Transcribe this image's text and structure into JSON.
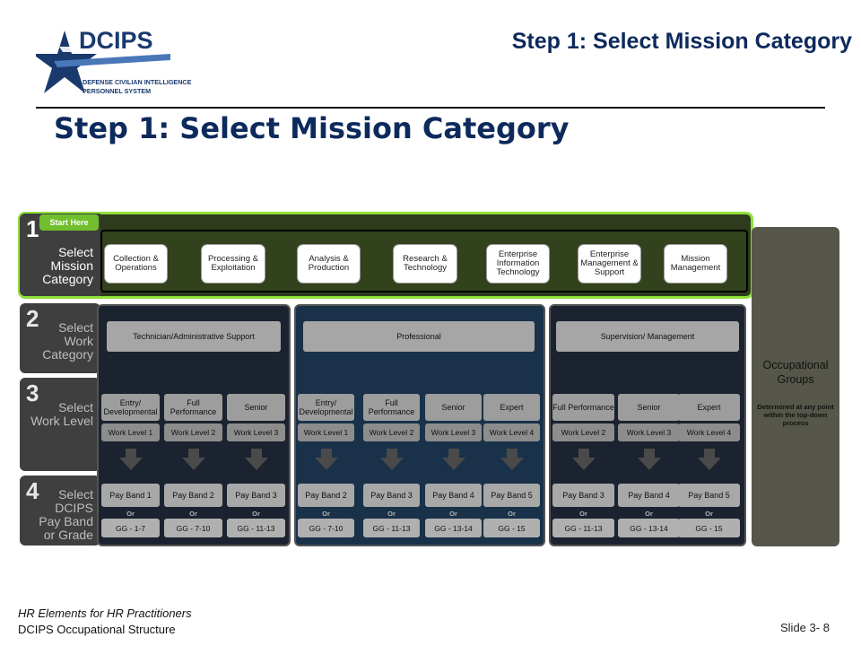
{
  "logo": {
    "name": "DCIPS",
    "line1": "DEFENSE CIVILIAN INTELLIGENCE",
    "line2": "PERSONNEL SYSTEM"
  },
  "header_title": "Step 1: Select Mission Category",
  "slide_title": "Step 1: Select Mission Category",
  "rows": [
    {
      "num": "1",
      "label": "Select Mission Category",
      "badge": "Start Here"
    },
    {
      "num": "2",
      "label": "Select Work Category"
    },
    {
      "num": "3",
      "label": "Select Work Level"
    },
    {
      "num": "4",
      "label": "Select DCIPS Pay Band or Grade"
    }
  ],
  "missions": [
    "Collection & Operations",
    "Processing & Exploitation",
    "Analysis & Production",
    "Research & Technology",
    "Enterprise Information Technology",
    "Enterprise Management & Support",
    "Mission Management"
  ],
  "occupational": {
    "title": "Occupational Groups",
    "note": "Determined at any point within the top-down process"
  },
  "categories": [
    {
      "name": "Technician/Administrative Support",
      "levels": [
        "Entry/ Developmental",
        "Full Performance",
        "Senior"
      ],
      "work_levels": [
        "Work Level 1",
        "Work Level 2",
        "Work Level 3"
      ],
      "pay_bands": [
        "Pay Band 1",
        "Pay Band 2",
        "Pay Band 3"
      ],
      "grades": [
        "GG - 1-7",
        "GG - 7-10",
        "GG - 11-13"
      ]
    },
    {
      "name": "Professional",
      "levels": [
        "Entry/ Developmental",
        "Full Performance",
        "Senior",
        "Expert"
      ],
      "work_levels": [
        "Work Level 1",
        "Work Level 2",
        "Work Level 3",
        "Work Level 4"
      ],
      "pay_bands": [
        "Pay Band 2",
        "Pay Band 3",
        "Pay Band 4",
        "Pay Band 5"
      ],
      "grades": [
        "GG - 7-10",
        "GG - 11-13",
        "GG - 13-14",
        "GG - 15"
      ]
    },
    {
      "name": "Supervision/ Management",
      "levels": [
        "Full Performance",
        "Senior",
        "Expert"
      ],
      "work_levels": [
        "Work Level 2",
        "Work Level 3",
        "Work Level 4"
      ],
      "pay_bands": [
        "Pay Band 3",
        "Pay Band 4",
        "Pay Band 5"
      ],
      "grades": [
        "GG - 11-13",
        "GG - 13-14",
        "GG - 15"
      ]
    }
  ],
  "or_label": "Or",
  "footer": {
    "line1": "HR Elements for HR Practitioners",
    "line2": "DCIPS Occupational Structure",
    "slide": "Slide 3- 8"
  }
}
